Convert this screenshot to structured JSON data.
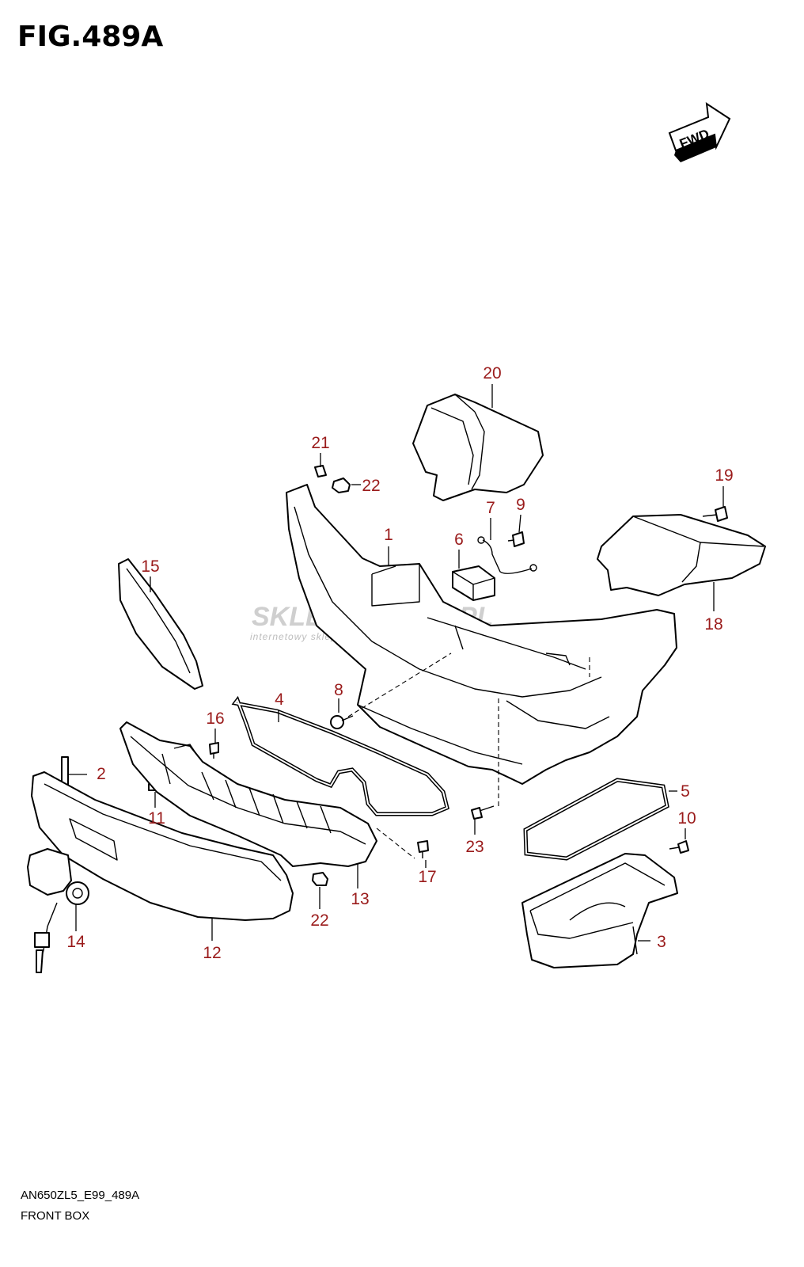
{
  "figure": {
    "title": "FIG.489A",
    "code": "AN650ZL5_E99_489A",
    "name": "FRONT BOX",
    "fwd_label": "FWD"
  },
  "watermark": {
    "text": "SKLEPMOTO24.PL",
    "subtitle": "internetowy sklep motocyklowy"
  },
  "callouts": [
    "1",
    "2",
    "3",
    "4",
    "5",
    "6",
    "7",
    "8",
    "9",
    "10",
    "11",
    "12",
    "13",
    "14",
    "15",
    "16",
    "17",
    "18",
    "19",
    "20",
    "21",
    "22",
    "22",
    "23"
  ]
}
